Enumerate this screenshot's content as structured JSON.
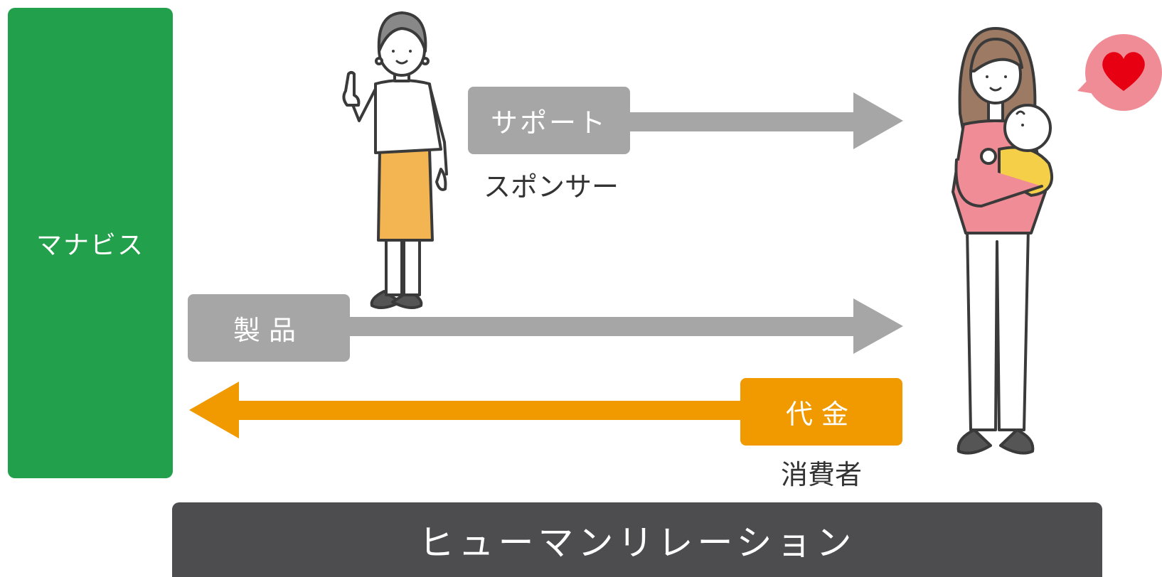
{
  "nodes": {
    "manabis": "マナビス",
    "support": "サポート",
    "sponsor": "スポンサー",
    "product": "製品",
    "payment": "代金",
    "consumer": "消費者",
    "human_relation": "ヒューマンリレーション"
  },
  "colors": {
    "green": "#22a04b",
    "gray": "#a6a6a6",
    "orange": "#f09a00",
    "dark": "#4d4d4f",
    "pink": "#ef8c96",
    "heart": "#e60012",
    "skirt": "#f2b552",
    "baby_yellow": "#f6cf48",
    "hair": "#9c7a63",
    "hair_gray": "#888888",
    "outline": "#3a3a3a"
  },
  "icons": [
    "woman-pointing-icon",
    "mother-with-baby-icon",
    "heart-speech-bubble-icon"
  ]
}
